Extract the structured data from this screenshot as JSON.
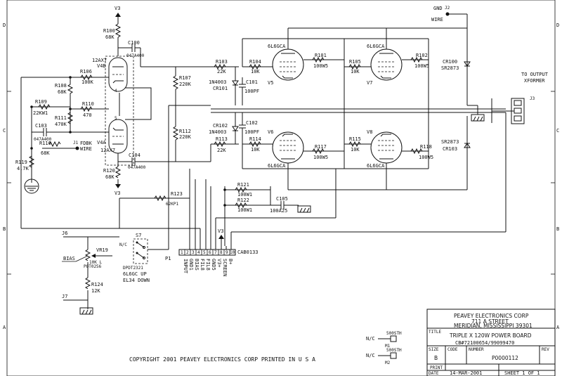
{
  "border": {
    "rows_left": [
      "D",
      "C",
      "B",
      "A"
    ],
    "rows_right": [
      "D",
      "C",
      "B",
      "A"
    ]
  },
  "supply": {
    "v3_top": "V3",
    "v3_bottom": "V3",
    "v3_header": "V3"
  },
  "labels": {
    "gnd_wire_line1": "GND",
    "gnd_wire_line2": "WIRE",
    "j2": "J2",
    "fdbk_line1": "FDBK",
    "fdbk_line2": "WIRE",
    "j1": "J1",
    "to_output_line1": "TO OUTPUT",
    "to_output_line2": "XFORMER",
    "j3": "J3",
    "j6": "J6",
    "j7": "J7",
    "bias": "BIAS",
    "s7": "S7",
    "s7_nc": "N/C",
    "switch_part": "DPDT2321",
    "switch_up": "6L6GC UP",
    "switch_down": "EL34 DOWN",
    "p1": "P1",
    "header_part": "CAB0133",
    "copyright": "COPYRIGHT 2001 PEAVEY ELECTRONICS CORP   PRINTED IN U S A",
    "nc1": "N/C",
    "nc2": "N/C",
    "m1": "M1",
    "m2": "M2",
    "m_part1": "500STH",
    "m_part2": "500STH"
  },
  "components": {
    "r100": {
      "ref": "R100",
      "value": "68K"
    },
    "c100": {
      "ref": "C100",
      "value": "047A400"
    },
    "v4b": {
      "ref": "V4B",
      "type": "12AX7"
    },
    "v4a": {
      "ref": "V4A",
      "type": "12AX7"
    },
    "r106": {
      "ref": "R106",
      "value": "100K"
    },
    "r108": {
      "ref": "R108",
      "value": "68K"
    },
    "r109": {
      "ref": "R109",
      "value": "22KW1"
    },
    "r110": {
      "ref": "R110",
      "value": "470"
    },
    "r111": {
      "ref": "R111",
      "value": "470K"
    },
    "c103": {
      "ref": "C103",
      "value": "047A400"
    },
    "r116": {
      "ref": "R116",
      "value": "68K"
    },
    "r119": {
      "ref": "R119",
      "value": "4.7K"
    },
    "r120": {
      "ref": "R120",
      "value": "68K"
    },
    "c104": {
      "ref": "C104",
      "value": "047A400"
    },
    "r107": {
      "ref": "R107",
      "value": "220K"
    },
    "r112": {
      "ref": "R112",
      "value": "220K"
    },
    "r103": {
      "ref": "R103",
      "value": "22K"
    },
    "cr101": {
      "ref": "CR101",
      "value": "1N4003"
    },
    "c101": {
      "ref": "C101",
      "value": "100PF"
    },
    "r113": {
      "ref": "R113",
      "value": "22K"
    },
    "cr102": {
      "ref": "CR102",
      "value": "1N4003"
    },
    "c102": {
      "ref": "C102",
      "value": "100PF"
    },
    "r104": {
      "ref": "R104",
      "value": "10K"
    },
    "r114": {
      "ref": "R114",
      "value": "10K"
    },
    "v5": {
      "ref": "V5",
      "type": "6L6GCA"
    },
    "v6": {
      "ref": "V6",
      "type": "6L6GCA"
    },
    "v7": {
      "ref": "V7",
      "type": "6L6GCA"
    },
    "v8": {
      "ref": "V8",
      "type": "6L6GCA"
    },
    "r101": {
      "ref": "R101",
      "value": "100W5"
    },
    "r117": {
      "ref": "R117",
      "value": "100W5"
    },
    "r105": {
      "ref": "R105",
      "value": "10K"
    },
    "r115": {
      "ref": "R115",
      "value": "10K"
    },
    "r102": {
      "ref": "R102",
      "value": "100W5"
    },
    "r118": {
      "ref": "R118",
      "value": "100W5"
    },
    "cr100": {
      "ref": "CR100",
      "value": "SR2873"
    },
    "cr103": {
      "ref": "CR103",
      "value": "SR2873"
    },
    "r121": {
      "ref": "R121",
      "value": "100W1"
    },
    "r122": {
      "ref": "R122",
      "value": "100W1"
    },
    "c105": {
      "ref": "C105",
      "value": "100A25"
    },
    "r123": {
      "ref": "R123",
      "value": "62KP1"
    },
    "vr19": {
      "ref": "VR19",
      "value": "10K L",
      "part": "POT0256"
    },
    "r124": {
      "ref": "R124",
      "value": "12K"
    }
  },
  "header_pins": [
    "INPUT",
    "GND1",
    "BIAS",
    "FIL8",
    "FIL8",
    "GND5",
    "V3+",
    "SCREEN",
    "B+",
    ""
  ],
  "header_nums": [
    "1",
    "2",
    "3",
    "4",
    "5",
    "6",
    "7",
    "8",
    "9",
    "10"
  ],
  "title_block": {
    "company": "PEAVEY ELECTRONICS CORP",
    "street": "711 A STREET",
    "city": "MERIDIAN, MISSISSIPPI   39301",
    "title_label": "TITLE",
    "title": "TRIPLE X 120W POWER BOARD",
    "subtitle": "CB#72100654/99099470",
    "size_label": "SIZE",
    "size": "B",
    "code_label": "CODE",
    "number_label": "NUMBER",
    "number": "P0000112",
    "rev_label": "REV",
    "print_label": "PRINT",
    "date_label": "DATE",
    "date": "14-MAR-2001",
    "sheet": "SHEET  1  OF  1"
  }
}
